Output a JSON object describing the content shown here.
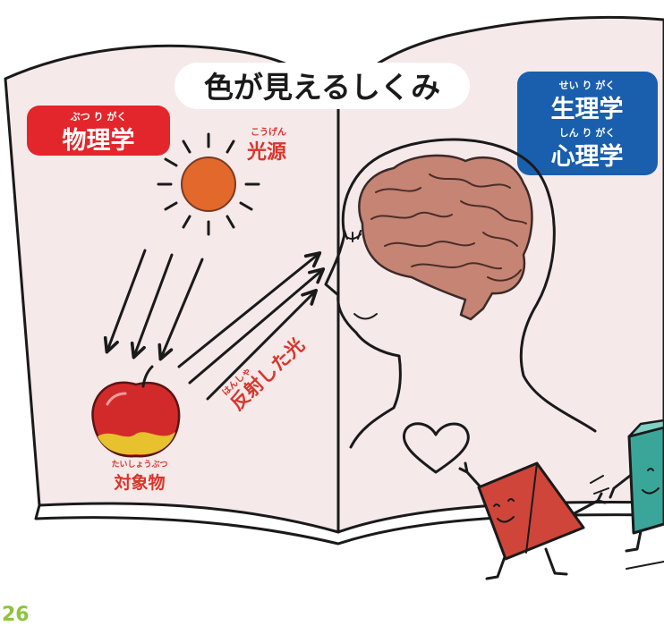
{
  "title": "色が見えるしくみ",
  "physics": {
    "ruby": "ぶつ り がく",
    "label": "物理学"
  },
  "light_source": {
    "ruby": "こうげん",
    "label": "光源"
  },
  "reflected_light": {
    "ruby": "はんしゃ",
    "label": "反射した光"
  },
  "object": {
    "ruby": "たいしょうぶつ",
    "label": "対象物"
  },
  "physiology": {
    "ruby": "せい り がく",
    "label": "生理学"
  },
  "psychology": {
    "ruby": "しん り がく",
    "label": "心理学"
  },
  "page_number": "26",
  "colors": {
    "page": "#f5e9ea",
    "physics_box": "#e2262b",
    "science_box": "#1a5fae",
    "label_red": "#d7362b",
    "sun": "#e2682c",
    "apple": "#d22a2a",
    "apple_yellow": "#e8c12e",
    "brain": "#c58474",
    "pyramid": "#cf4539",
    "cube": "#3aa69a",
    "page_number": "#8cc43c"
  }
}
